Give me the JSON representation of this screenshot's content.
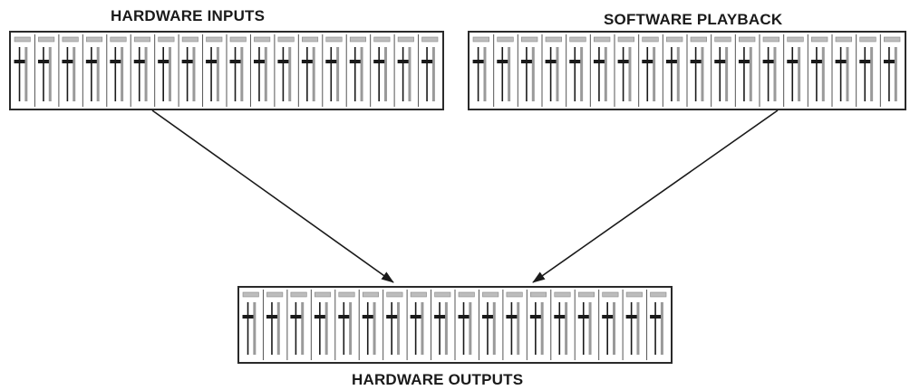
{
  "labels": {
    "hardware_inputs": "HARDWARE INPUTS",
    "software_playback": "SOFTWARE PLAYBACK",
    "hardware_outputs": "HARDWARE OUTPUTS"
  },
  "mixers": {
    "hardware_inputs": {
      "channels": 18
    },
    "software_playback": {
      "channels": 18
    },
    "hardware_outputs": {
      "channels": 18
    }
  },
  "colors": {
    "line": "#1a1a1a",
    "fader_track": "#9a9a9a",
    "strip_border": "#555555",
    "button": "#bdbdbd"
  }
}
